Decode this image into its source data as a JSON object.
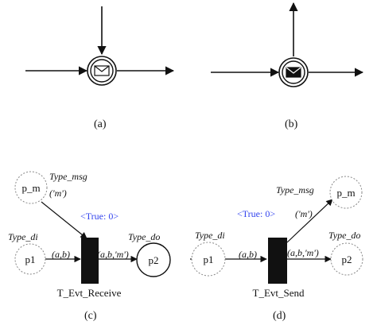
{
  "panels": {
    "a": {
      "caption": "(a)"
    },
    "b": {
      "caption": "(b)"
    },
    "c": {
      "caption": "(c)",
      "place_msg": "p_m",
      "type_msg": "Type_msg",
      "token_msg": "('m')",
      "guard": "<True: 0>",
      "type_in": "Type_di",
      "place_in": "p1",
      "arc_in": "(a,b)",
      "arc_out": "(a,b,'m')",
      "type_out": "Type_do",
      "place_out": "p2",
      "transition": "T_Evt_Receive"
    },
    "d": {
      "caption": "(d)",
      "type_msg": "Type_msg",
      "place_msg": "p_m",
      "guard": "<True: 0>",
      "token_msg": "('m')",
      "type_in": "Type_di",
      "place_in": "p1",
      "arc_in": "(a,b)",
      "arc_out": "(a,b,'m')",
      "type_out": "Type_do",
      "place_out": "p2",
      "transition": "T_Evt_Send"
    }
  },
  "icons": {
    "a": "catching-message-event-icon",
    "b": "throwing-message-event-icon"
  },
  "colors": {
    "guard_text": "#3344ee",
    "stroke": "#111111",
    "transition_fill": "#111111"
  }
}
